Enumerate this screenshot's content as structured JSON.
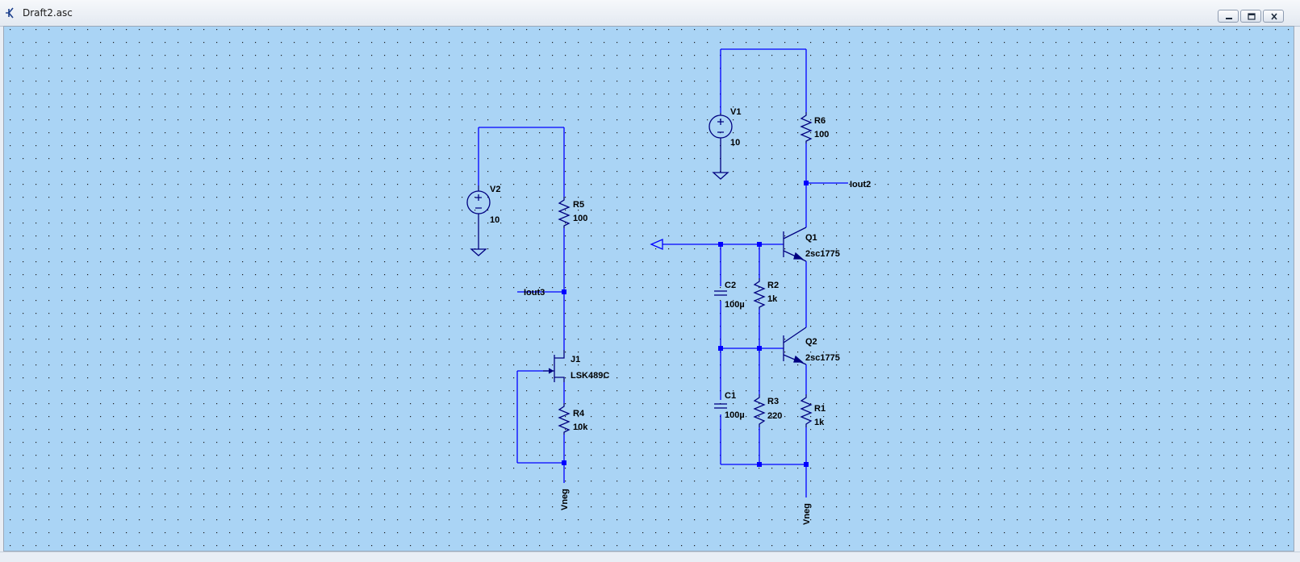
{
  "window": {
    "title": "Draft2.asc",
    "icon": "ltspice-schematic-icon",
    "controls": [
      "minimize-icon",
      "restore-icon",
      "close-icon"
    ]
  },
  "schematic": {
    "background_color": "#aad4f5",
    "wire_color": "#0000ff",
    "component_color": "#000080",
    "grid_dot_color": "#1a1a1a",
    "components": {
      "V1": {
        "name": "V1",
        "value": "10",
        "type": "voltage-source"
      },
      "V2": {
        "name": "V2",
        "value": "10",
        "type": "voltage-source"
      },
      "R1": {
        "name": "R1",
        "value": "1k",
        "type": "resistor"
      },
      "R2": {
        "name": "R2",
        "value": "1k",
        "type": "resistor"
      },
      "R3": {
        "name": "R3",
        "value": "220",
        "type": "resistor"
      },
      "R4": {
        "name": "R4",
        "value": "10k",
        "type": "resistor"
      },
      "R5": {
        "name": "R5",
        "value": "100",
        "type": "resistor"
      },
      "R6": {
        "name": "R6",
        "value": "100",
        "type": "resistor"
      },
      "C1": {
        "name": "C1",
        "value": "100µ",
        "type": "capacitor"
      },
      "C2": {
        "name": "C2",
        "value": "100µ",
        "type": "capacitor"
      },
      "Q1": {
        "name": "Q1",
        "value": "2sc1775",
        "type": "npn-transistor"
      },
      "Q2": {
        "name": "Q2",
        "value": "2sc1775",
        "type": "npn-transistor"
      },
      "J1": {
        "name": "J1",
        "value": "LSK489C",
        "type": "n-jfet"
      }
    },
    "net_labels": {
      "iout2": "Iout2",
      "iout3": "Iout3",
      "vneg_left": "Vneg",
      "vneg_right": "Vneg"
    }
  }
}
